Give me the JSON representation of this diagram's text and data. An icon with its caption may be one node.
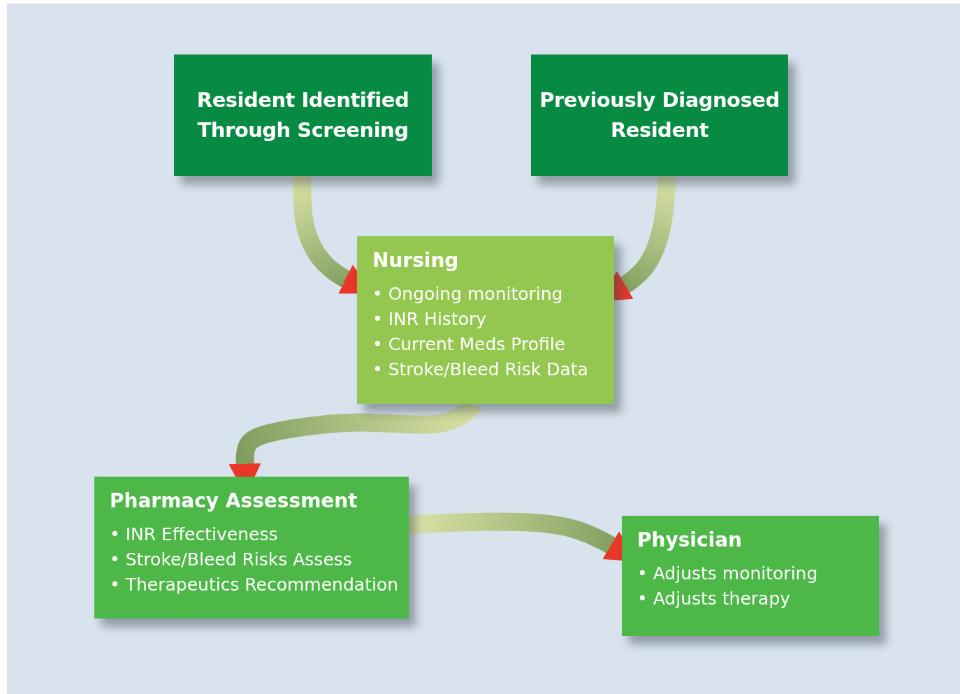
{
  "diagram": {
    "nodes": [
      {
        "text": [
          "Resident Identified Through Screening"
        ]
      },
      {
        "text": [
          "Previously Diagnosed Resident"
        ]
      },
      {
        "text": [
          "Nursing",
          "• Ongoing monitoring",
          "• INR History",
          "• Current Meds Profile",
          "• Stroke/Bleed Risk Data"
        ]
      },
      {
        "text": [
          "Pharmacy Assessment",
          "• INR Effectiveness",
          "• Stroke/Bleed Risks Assess",
          "• Therapeutics Recommendation"
        ]
      },
      {
        "text": [
          "Physician",
          "• Adjusts monitoring",
          "• Adjusts therapy"
        ]
      }
    ],
    "edges": [
      {
        "from": 0,
        "to": 2,
        "arrow": "to",
        "style": "thick"
      },
      {
        "from": 1,
        "to": 2,
        "arrow": "to",
        "style": "thick"
      },
      {
        "from": 2,
        "to": 3,
        "arrow": "to",
        "style": "thick"
      },
      {
        "from": 3,
        "to": 4,
        "arrow": "to",
        "style": "thick"
      }
    ]
  }
}
